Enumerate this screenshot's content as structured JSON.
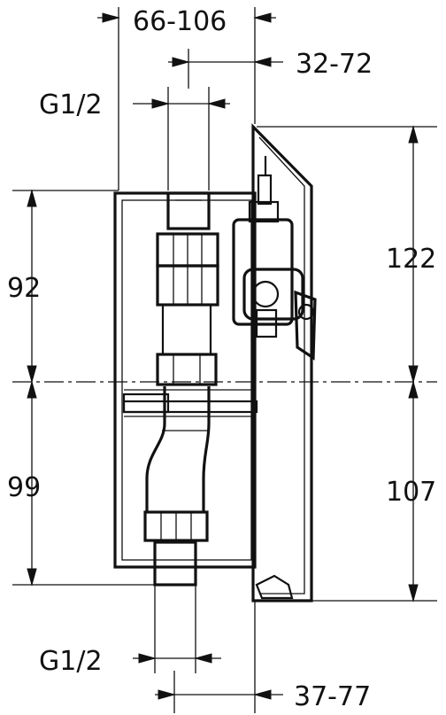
{
  "dimensions": {
    "top_width": "66-106",
    "top_offset": "32-72",
    "top_thread": "G1/2",
    "left_upper": "92",
    "left_lower": "99",
    "right_upper": "122",
    "right_lower": "107",
    "bottom_thread": "G1/2",
    "bottom_offset": "37-77"
  }
}
